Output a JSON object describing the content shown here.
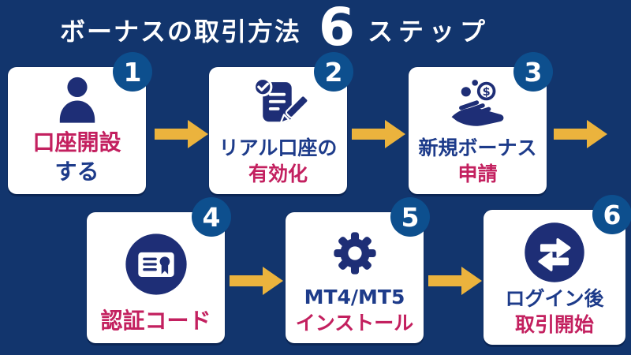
{
  "title": {
    "prefix": "ボーナスの取引方法",
    "number": "6",
    "suffix": "ステップ"
  },
  "colors": {
    "background": "#12356d",
    "card": "#ffffff",
    "badge_blue": "#0d4f8e",
    "icon_navy": "#1e2e76",
    "text_navy": "#1d3b8a",
    "text_crimson": "#c3205f",
    "arrow_gold": "#ebb33d",
    "title_white": "#ffffff"
  },
  "steps": [
    {
      "num": "1",
      "icon": "person-icon",
      "lines": [
        {
          "text": "口座開設",
          "color": "crimson"
        },
        {
          "text": "する",
          "color": "navy"
        }
      ]
    },
    {
      "num": "2",
      "icon": "document-check-icon",
      "lines": [
        {
          "text": "リアル口座の",
          "color": "navy"
        },
        {
          "text": "有効化",
          "color": "crimson"
        }
      ]
    },
    {
      "num": "3",
      "icon": "hand-coin-icon",
      "lines": [
        {
          "text": "新規ボーナス",
          "color": "navy"
        },
        {
          "text": "申請",
          "color": "crimson"
        }
      ]
    },
    {
      "num": "4",
      "icon": "certificate-icon",
      "lines": [
        {
          "text": "認証コード",
          "color": "crimson"
        }
      ]
    },
    {
      "num": "5",
      "icon": "gear-icon",
      "lines": [
        {
          "text": "MT4/MT5",
          "color": "navy"
        },
        {
          "text": "インストール",
          "color": "crimson"
        }
      ]
    },
    {
      "num": "6",
      "icon": "swap-arrows-icon",
      "lines": [
        {
          "text": "ログイン後",
          "color": "navy"
        },
        {
          "text": "取引開始",
          "color": "crimson"
        }
      ]
    }
  ],
  "flow": {
    "arrow_count": 5
  }
}
